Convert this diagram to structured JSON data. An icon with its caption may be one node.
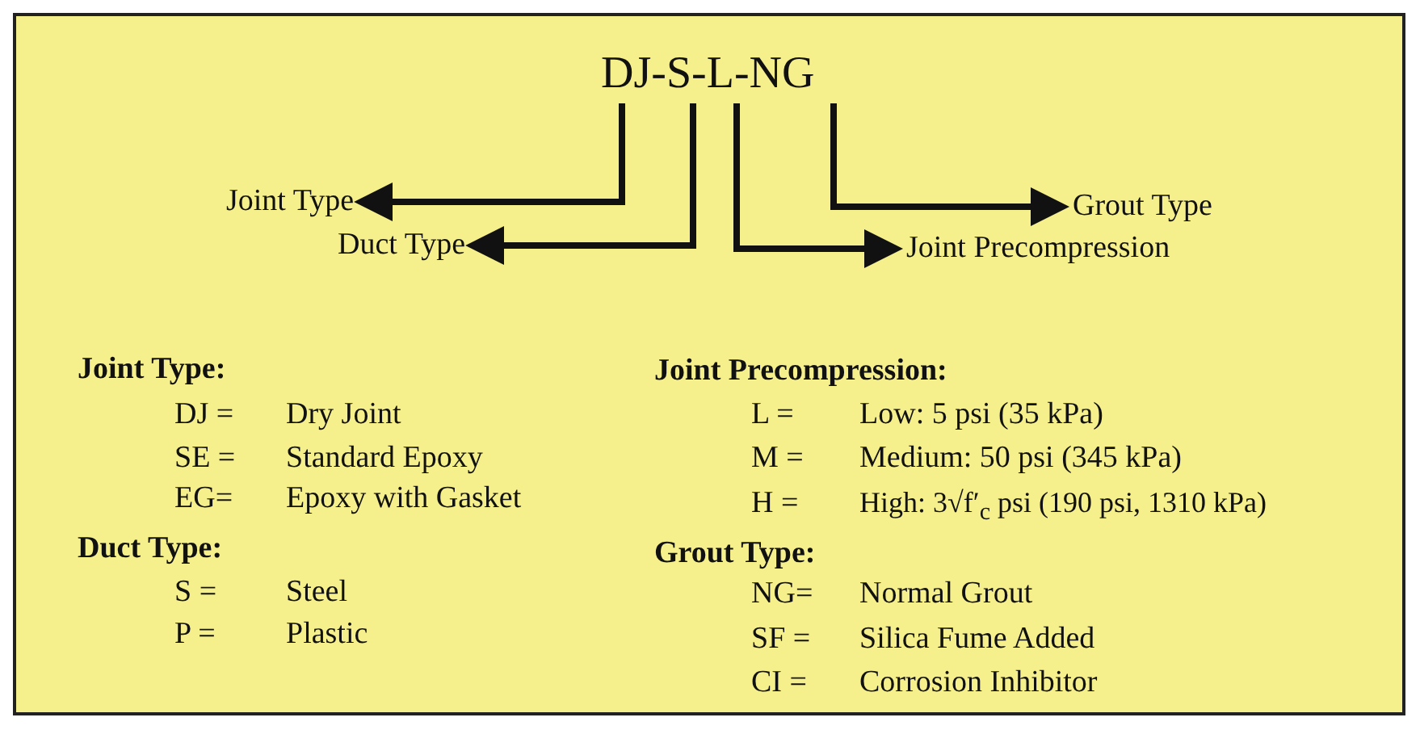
{
  "diagram": {
    "nodes": [
      {
        "text": [
          "DJ-S-L-NG"
        ]
      },
      {
        "text": [
          "Joint Type"
        ]
      },
      {
        "text": [
          "Duct Type"
        ]
      },
      {
        "text": [
          "Joint Precompression"
        ]
      },
      {
        "text": [
          "Grout Type"
        ]
      }
    ],
    "edges": [
      {
        "from": 0,
        "to": 1,
        "arrow": "to"
      },
      {
        "from": 0,
        "to": 2,
        "arrow": "to"
      },
      {
        "from": 0,
        "to": 3,
        "arrow": "to"
      },
      {
        "from": 0,
        "to": 4,
        "arrow": "to"
      }
    ],
    "labels": [
      "Joint Type:",
      "DJ =",
      "Dry Joint",
      "SE =",
      "Standard Epoxy",
      "EG=",
      "Epoxy with Gasket",
      "Duct Type:",
      "S =",
      "Steel",
      "P =",
      "Plastic",
      "Joint Precompression:",
      "L =",
      "Low: 5 psi  (35 kPa)",
      "M =",
      "Medium: 50 psi  (345 kPa)",
      "H =",
      "High: 3√f′$_{c}$ psi (190 psi, 1310 kPa)",
      "Grout Type:",
      "NG=",
      "Normal Grout",
      "SF =",
      "Silica Fume Added",
      "CI =",
      "Corrosion Inhibitor"
    ]
  }
}
